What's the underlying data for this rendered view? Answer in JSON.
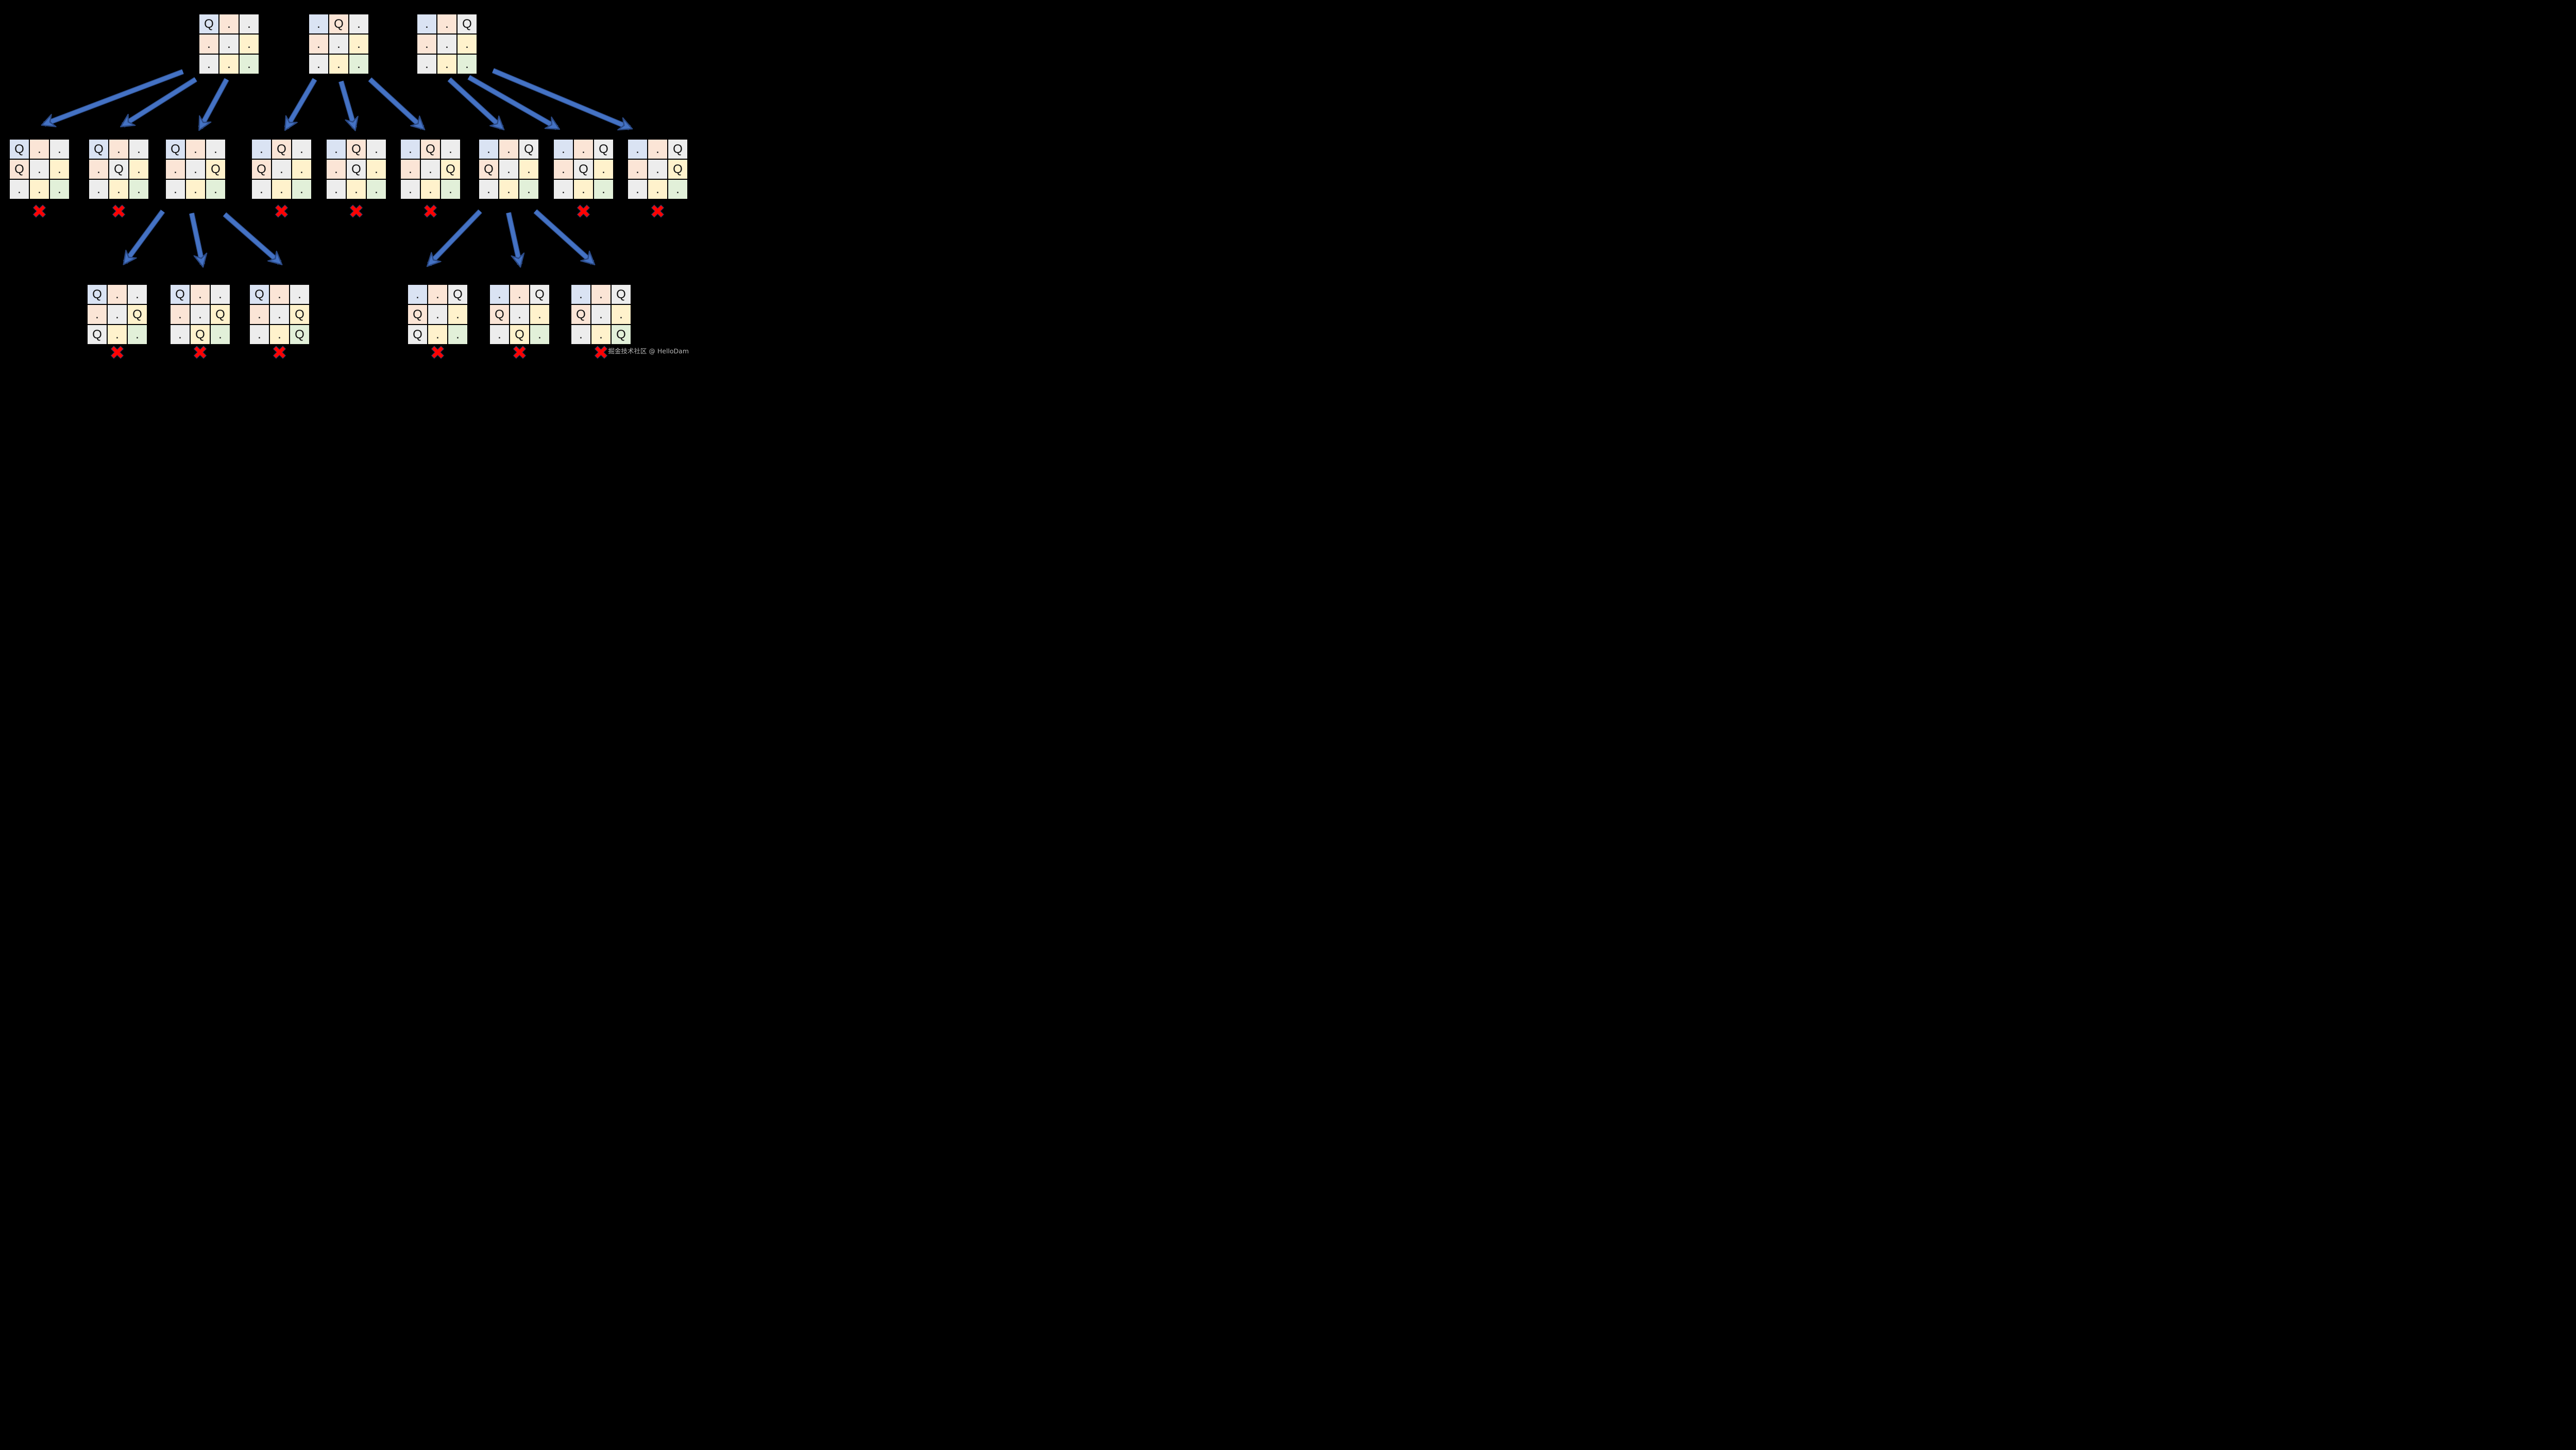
{
  "watermark": {
    "text": "掘金技术社区 @ HelloDam"
  },
  "symbols": {
    "queen": "Q",
    "empty": ".",
    "fail_mark": "✖"
  },
  "colors": {
    "background": "#000000",
    "cell_diagonal_tints": [
      "#dae3f3",
      "#fbe5d6",
      "#ededed",
      "#fff2cc",
      "#e2f0d9"
    ],
    "arrow_fill": "#4472c4",
    "arrow_outline": "#2b4a86",
    "fail_mark": "#fe0202",
    "grid_line": "#000000",
    "board_text": "#111111"
  },
  "tree": {
    "boards": [
      {
        "id": "R1",
        "level": 0,
        "grid": [
          "Q..",
          "...",
          "..."
        ],
        "pruned": false
      },
      {
        "id": "R2",
        "level": 0,
        "grid": [
          ".Q.",
          "...",
          "..."
        ],
        "pruned": false
      },
      {
        "id": "R3",
        "level": 0,
        "grid": [
          "..Q",
          "...",
          "..."
        ],
        "pruned": false
      },
      {
        "id": "N1",
        "level": 1,
        "grid": [
          "Q..",
          "Q..",
          "..."
        ],
        "pruned": true
      },
      {
        "id": "N2",
        "level": 1,
        "grid": [
          "Q..",
          ".Q.",
          "..."
        ],
        "pruned": true
      },
      {
        "id": "N3",
        "level": 1,
        "grid": [
          "Q..",
          "..Q",
          "..."
        ],
        "pruned": false
      },
      {
        "id": "N4",
        "level": 1,
        "grid": [
          ".Q.",
          "Q..",
          "..."
        ],
        "pruned": true
      },
      {
        "id": "N5",
        "level": 1,
        "grid": [
          ".Q.",
          ".Q.",
          "..."
        ],
        "pruned": true
      },
      {
        "id": "N6",
        "level": 1,
        "grid": [
          ".Q.",
          "..Q",
          "..."
        ],
        "pruned": true
      },
      {
        "id": "N7",
        "level": 1,
        "grid": [
          "..Q",
          "Q..",
          "..."
        ],
        "pruned": false
      },
      {
        "id": "N8",
        "level": 1,
        "grid": [
          "..Q",
          ".Q.",
          "..."
        ],
        "pruned": true
      },
      {
        "id": "N9",
        "level": 1,
        "grid": [
          "..Q",
          "..Q",
          "..."
        ],
        "pruned": true
      },
      {
        "id": "M1",
        "level": 2,
        "grid": [
          "Q..",
          "..Q",
          "Q.."
        ],
        "pruned": true
      },
      {
        "id": "M2",
        "level": 2,
        "grid": [
          "Q..",
          "..Q",
          ".Q."
        ],
        "pruned": true
      },
      {
        "id": "M3",
        "level": 2,
        "grid": [
          "Q..",
          "..Q",
          "..Q"
        ],
        "pruned": true
      },
      {
        "id": "M4",
        "level": 2,
        "grid": [
          "..Q",
          "Q..",
          "Q.."
        ],
        "pruned": true
      },
      {
        "id": "M5",
        "level": 2,
        "grid": [
          "..Q",
          "Q..",
          ".Q."
        ],
        "pruned": true
      },
      {
        "id": "M6",
        "level": 2,
        "grid": [
          "..Q",
          "Q..",
          "..Q"
        ],
        "pruned": true
      }
    ],
    "edges": [
      {
        "from": "R1",
        "to": "N1"
      },
      {
        "from": "R1",
        "to": "N2"
      },
      {
        "from": "R1",
        "to": "N3"
      },
      {
        "from": "R2",
        "to": "N4"
      },
      {
        "from": "R2",
        "to": "N5"
      },
      {
        "from": "R2",
        "to": "N6"
      },
      {
        "from": "R3",
        "to": "N7"
      },
      {
        "from": "R3",
        "to": "N8"
      },
      {
        "from": "R3",
        "to": "N9"
      },
      {
        "from": "N3",
        "to": "M1"
      },
      {
        "from": "N3",
        "to": "M2"
      },
      {
        "from": "N3",
        "to": "M3"
      },
      {
        "from": "N7",
        "to": "M4"
      },
      {
        "from": "N7",
        "to": "M5"
      },
      {
        "from": "N7",
        "to": "M6"
      }
    ]
  }
}
